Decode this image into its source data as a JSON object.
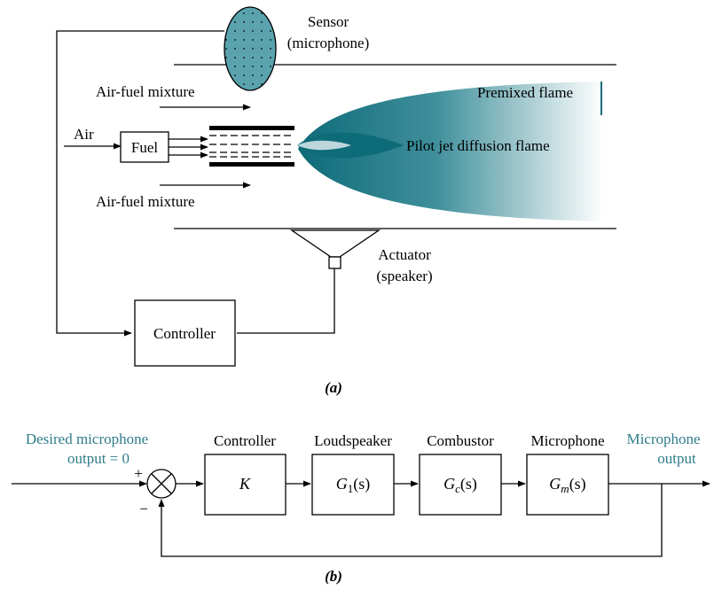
{
  "part_a": {
    "sensor_label": "Sensor",
    "sensor_sublabel": "(microphone)",
    "premixed_flame": "Premixed flame",
    "air_fuel_top": "Air-fuel mixture",
    "air_label": "Air",
    "fuel_label": "Fuel",
    "pilot_flame": "Pilot jet diffusion flame",
    "air_fuel_bottom": "Air-fuel mixture",
    "actuator_label": "Actuator",
    "actuator_sublabel": "(speaker)",
    "controller_label": "Controller",
    "caption": "(a)"
  },
  "part_b": {
    "input_line1": "Desired microphone",
    "input_line2": "output = 0",
    "output_line1": "Microphone",
    "output_line2": "output",
    "plus_sign": "+",
    "minus_sign": "−",
    "blocks": [
      {
        "title": "Controller",
        "tf": "K",
        "tf_sub": ""
      },
      {
        "title": "Loudspeaker",
        "tf": "G",
        "tf_sub": "1"
      },
      {
        "title": "Combustor",
        "tf": "G",
        "tf_sub": "c"
      },
      {
        "title": "Microphone",
        "tf": "G",
        "tf_sub": "m"
      }
    ],
    "tf_arg": "(s)",
    "caption": "(b)"
  },
  "colors": {
    "accent": "#2f7c8a",
    "flame_dark": "#0e6b78",
    "sensor_fill": "#5aa3ae"
  }
}
